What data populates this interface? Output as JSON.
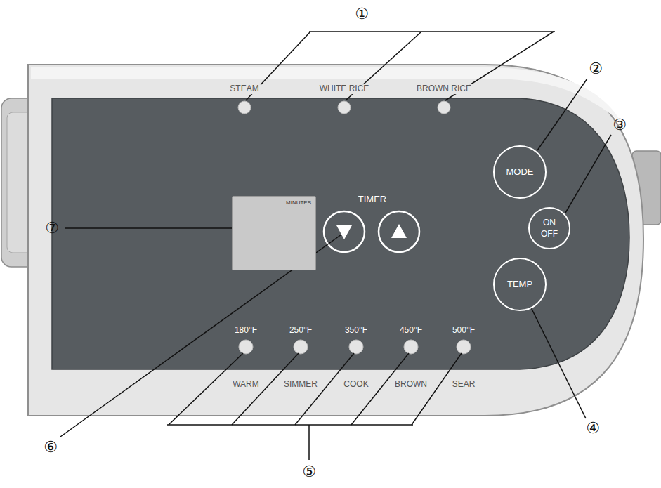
{
  "diagram": {
    "nodes": [
      {
        "text": [
          "MODE"
        ]
      },
      {
        "text": [
          "MINUTES"
        ]
      },
      {
        "text": [
          "ON OFF"
        ]
      },
      {
        "text": [
          "TEMP"
        ]
      }
    ],
    "labels": [
      "①",
      "②",
      "STEAM",
      "WHITE RICE",
      "BROWN RICE",
      "③",
      "TIMER",
      "⑦",
      "180°F",
      "250°F",
      "350°F",
      "450°F",
      "500°F",
      "WARM",
      "SIMMER",
      "COOK",
      "BROWN",
      "SEAR",
      "④",
      "⑥",
      "⑤"
    ]
  }
}
